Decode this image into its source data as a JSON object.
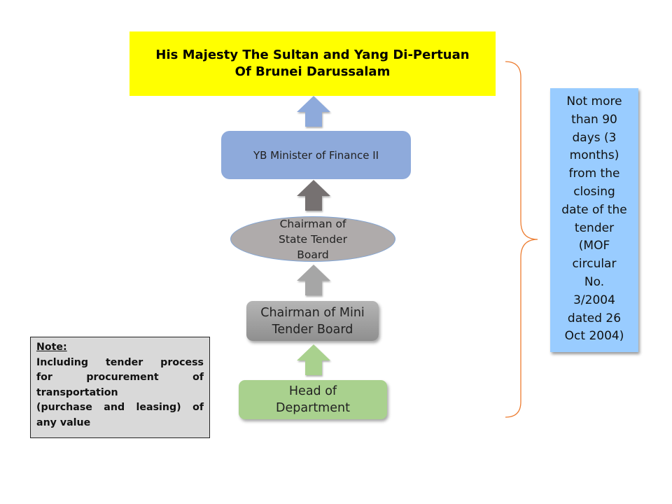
{
  "diagram": {
    "top_authority": {
      "lines": [
        "His Majesty The Sultan and Yang Di-Pertuan",
        "Of Brunei Darussalam"
      ],
      "color": "#ffff00"
    },
    "nodes": [
      {
        "id": "minister",
        "label": "YB Minister of Finance II",
        "color": "#8eaadb",
        "shape": "rounded-rectangle"
      },
      {
        "id": "state-tender-board",
        "lines": [
          "Chairman of",
          "State Tender",
          "Board"
        ],
        "color": "#afabab",
        "shape": "ellipse"
      },
      {
        "id": "mini-tender-board",
        "lines": [
          "Chairman of Mini",
          "Tender Board"
        ],
        "color": "#a6a6a6",
        "shape": "rounded-rectangle"
      },
      {
        "id": "head-of-department",
        "lines": [
          "Head of",
          "Department"
        ],
        "color": "#a9d18e",
        "shape": "rounded-rectangle"
      }
    ],
    "arrows": [
      {
        "from": "minister",
        "to": "top_authority",
        "color": "#8eaadb",
        "direction": "up"
      },
      {
        "from": "state-tender-board",
        "to": "minister",
        "color": "#767171",
        "direction": "up"
      },
      {
        "from": "mini-tender-board",
        "to": "state-tender-board",
        "color": "#a6a6a6",
        "direction": "up"
      },
      {
        "from": "head-of-department",
        "to": "mini-tender-board",
        "color": "#a9d18e",
        "direction": "up"
      }
    ],
    "brace_color": "#ed7d31",
    "duration_note": {
      "lines": [
        "Not more",
        "than 90",
        "days (3",
        "months)",
        "from the",
        "closing",
        "date of the",
        "tender",
        "(MOF",
        "circular",
        "No.",
        "3/2004",
        "dated 26",
        "Oct 2004)"
      ],
      "color": "#99ccff"
    },
    "note": {
      "title": "Note:",
      "lines": [
        "Including tender process",
        "for procurement of",
        "transportation",
        "(purchase and leasing) of",
        "any value"
      ],
      "color": "#d9d9d9"
    }
  }
}
